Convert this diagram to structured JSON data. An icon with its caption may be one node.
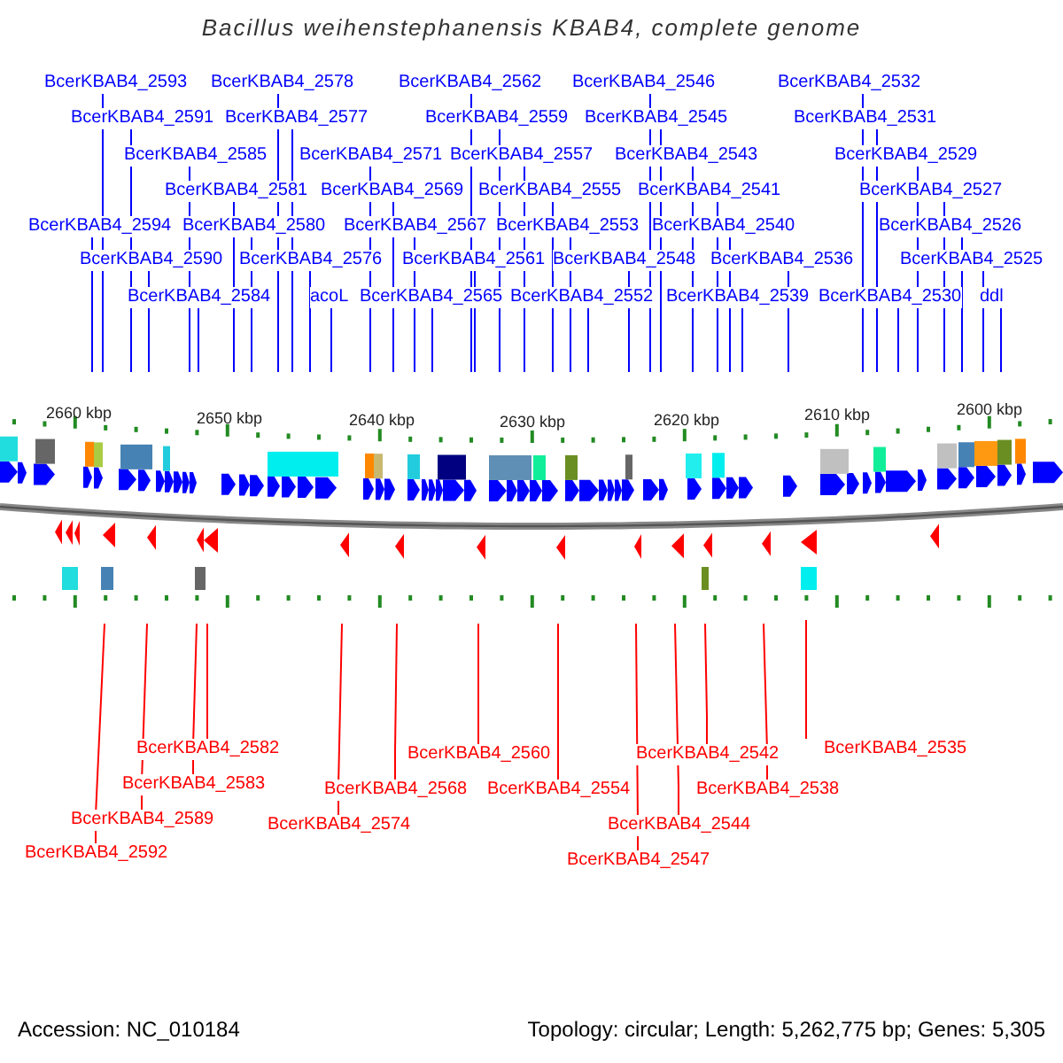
{
  "diagram": {
    "title": "Bacillus weihenstephanensis KBAB4, complete genome",
    "nodes": [
      {
        "text": [
          "BcerKBAB4_2593"
        ]
      },
      {
        "text": [
          "BcerKBAB4_2578"
        ]
      },
      {
        "text": [
          "BcerKBAB4_2562"
        ]
      },
      {
        "text": [
          "BcerKBAB4_2546"
        ]
      },
      {
        "text": [
          "BcerKBAB4_2532"
        ]
      },
      {
        "text": [
          "BcerKBAB4_2591"
        ]
      },
      {
        "text": [
          "BcerKBAB4_2577"
        ]
      },
      {
        "text": [
          "BcerKBAB4_2559"
        ]
      },
      {
        "text": [
          "BcerKBAB4_2545"
        ]
      },
      {
        "text": [
          "BcerKBAB4_2531"
        ]
      },
      {
        "text": [
          "BcerKBAB4_2585"
        ]
      },
      {
        "text": [
          "BcerKBAB4_2571"
        ]
      },
      {
        "text": [
          "BcerKBAB4_2557"
        ]
      },
      {
        "text": [
          "BcerKBAB4_2543"
        ]
      },
      {
        "text": [
          "BcerKBAB4_2529"
        ]
      },
      {
        "text": [
          "BcerKBAB4_2581"
        ]
      },
      {
        "text": [
          "BcerKBAB4_2569"
        ]
      },
      {
        "text": [
          "BcerKBAB4_2555"
        ]
      },
      {
        "text": [
          "BcerKBAB4_2541"
        ]
      },
      {
        "text": [
          "BcerKBAB4_2527"
        ]
      },
      {
        "text": [
          "BcerKBAB4_2594"
        ]
      },
      {
        "text": [
          "BcerKBAB4_2580"
        ]
      },
      {
        "text": [
          "BcerKBAB4_2567"
        ]
      },
      {
        "text": [
          "BcerKBAB4_2553"
        ]
      },
      {
        "text": [
          "BcerKBAB4_2540"
        ]
      },
      {
        "text": [
          "BcerKBAB4_2526"
        ]
      },
      {
        "text": [
          "BcerKBAB4_2590"
        ]
      },
      {
        "text": [
          "BcerKBAB4_2576"
        ]
      },
      {
        "text": [
          "BcerKBAB4_2561"
        ]
      },
      {
        "text": [
          "BcerKBAB4_2548"
        ]
      },
      {
        "text": [
          "BcerKBAB4_2536"
        ]
      },
      {
        "text": [
          "BcerKBAB4_2525"
        ]
      },
      {
        "text": [
          "BcerKBAB4_2584"
        ]
      },
      {
        "text": [
          "acoL"
        ]
      },
      {
        "text": [
          "BcerKBAB4_2565"
        ]
      },
      {
        "text": [
          "BcerKBAB4_2552"
        ]
      },
      {
        "text": [
          "BcerKBAB4_2539"
        ]
      },
      {
        "text": [
          "BcerKBAB4_2530"
        ]
      },
      {
        "text": [
          "ddl"
        ]
      },
      {
        "text": [
          "BcerKBAB4_2582"
        ]
      },
      {
        "text": [
          "BcerKBAB4_2535"
        ]
      },
      {
        "text": [
          "BcerKBAB4_2560"
        ]
      },
      {
        "text": [
          "BcerKBAB4_2542"
        ]
      },
      {
        "text": [
          "BcerKBAB4_2583"
        ]
      },
      {
        "text": [
          "BcerKBAB4_2568"
        ]
      },
      {
        "text": [
          "BcerKBAB4_2554"
        ]
      },
      {
        "text": [
          "BcerKBAB4_2538"
        ]
      },
      {
        "text": [
          "BcerKBAB4_2589"
        ]
      },
      {
        "text": [
          "BcerKBAB4_2574"
        ]
      },
      {
        "text": [
          "BcerKBAB4_2544"
        ]
      },
      {
        "text": [
          "BcerKBAB4_2592"
        ]
      },
      {
        "text": [
          "BcerKBAB4_2547"
        ]
      }
    ],
    "edges": [
      {
        "from": 0,
        "to": null,
        "arrow": "none"
      },
      {
        "from": 1,
        "to": null,
        "arrow": "none"
      },
      {
        "from": 2,
        "to": null,
        "arrow": "none"
      },
      {
        "from": 3,
        "to": null,
        "arrow": "none"
      },
      {
        "from": 4,
        "to": null,
        "arrow": "none"
      },
      {
        "from": 5,
        "to": null,
        "arrow": "none"
      },
      {
        "from": 6,
        "to": null,
        "arrow": "none"
      },
      {
        "from": 7,
        "to": null,
        "arrow": "none"
      },
      {
        "from": 8,
        "to": null,
        "arrow": "none"
      },
      {
        "from": 9,
        "to": null,
        "arrow": "none"
      },
      {
        "from": 10,
        "to": null,
        "arrow": "none"
      },
      {
        "from": 11,
        "to": null,
        "arrow": "none"
      },
      {
        "from": 12,
        "to": null,
        "arrow": "none"
      },
      {
        "from": 13,
        "to": null,
        "arrow": "none"
      },
      {
        "from": 14,
        "to": null,
        "arrow": "none"
      },
      {
        "from": 15,
        "to": null,
        "arrow": "none"
      },
      {
        "from": 16,
        "to": null,
        "arrow": "none"
      },
      {
        "from": 17,
        "to": null,
        "arrow": "none"
      },
      {
        "from": 18,
        "to": null,
        "arrow": "none"
      },
      {
        "from": 19,
        "to": null,
        "arrow": "none"
      },
      {
        "from": 20,
        "to": null,
        "arrow": "none"
      },
      {
        "from": 21,
        "to": null,
        "arrow": "none"
      },
      {
        "from": 22,
        "to": null,
        "arrow": "none"
      },
      {
        "from": 23,
        "to": null,
        "arrow": "none"
      },
      {
        "from": 24,
        "to": null,
        "arrow": "none"
      },
      {
        "from": 25,
        "to": null,
        "arrow": "none"
      },
      {
        "from": 26,
        "to": null,
        "arrow": "none"
      },
      {
        "from": 27,
        "to": null,
        "arrow": "none"
      },
      {
        "from": 28,
        "to": null,
        "arrow": "none"
      },
      {
        "from": 29,
        "to": null,
        "arrow": "none"
      },
      {
        "from": 30,
        "to": null,
        "arrow": "none"
      },
      {
        "from": 31,
        "to": null,
        "arrow": "none"
      },
      {
        "from": 32,
        "to": null,
        "arrow": "none"
      },
      {
        "from": 33,
        "to": null,
        "arrow": "none"
      },
      {
        "from": 34,
        "to": null,
        "arrow": "none"
      },
      {
        "from": 35,
        "to": null,
        "arrow": "none"
      },
      {
        "from": 36,
        "to": null,
        "arrow": "none"
      },
      {
        "from": 37,
        "to": null,
        "arrow": "none"
      },
      {
        "from": 38,
        "to": null,
        "arrow": "none"
      },
      {
        "from": 39,
        "to": null,
        "arrow": "none",
        "color": "#ff0000"
      },
      {
        "from": 40,
        "to": null,
        "arrow": "none",
        "color": "#ff0000"
      },
      {
        "from": 41,
        "to": null,
        "arrow": "none",
        "color": "#ff0000"
      },
      {
        "from": 42,
        "to": null,
        "arrow": "none",
        "color": "#ff0000"
      },
      {
        "from": 43,
        "to": null,
        "arrow": "none",
        "color": "#ff0000"
      },
      {
        "from": 44,
        "to": null,
        "arrow": "none",
        "color": "#ff0000"
      },
      {
        "from": 45,
        "to": null,
        "arrow": "none",
        "color": "#ff0000"
      },
      {
        "from": 46,
        "to": null,
        "arrow": "none",
        "color": "#ff0000"
      },
      {
        "from": 47,
        "to": null,
        "arrow": "none",
        "color": "#ff0000"
      },
      {
        "from": 48,
        "to": null,
        "arrow": "none",
        "color": "#ff0000"
      },
      {
        "from": 49,
        "to": null,
        "arrow": "none",
        "color": "#ff0000"
      },
      {
        "from": 50,
        "to": null,
        "arrow": "none",
        "color": "#ff0000"
      },
      {
        "from": 51,
        "to": null,
        "arrow": "none",
        "color": "#ff0000"
      }
    ],
    "labels": [
      "2660 kbp",
      "2650 kbp",
      "2640 kbp",
      "2630 kbp",
      "2620 kbp",
      "2610 kbp",
      "2600 kbp",
      "Accession: NC_010184",
      "Topology: circular; Length: 5,262,775 bp; Genes: 5,305"
    ]
  }
}
